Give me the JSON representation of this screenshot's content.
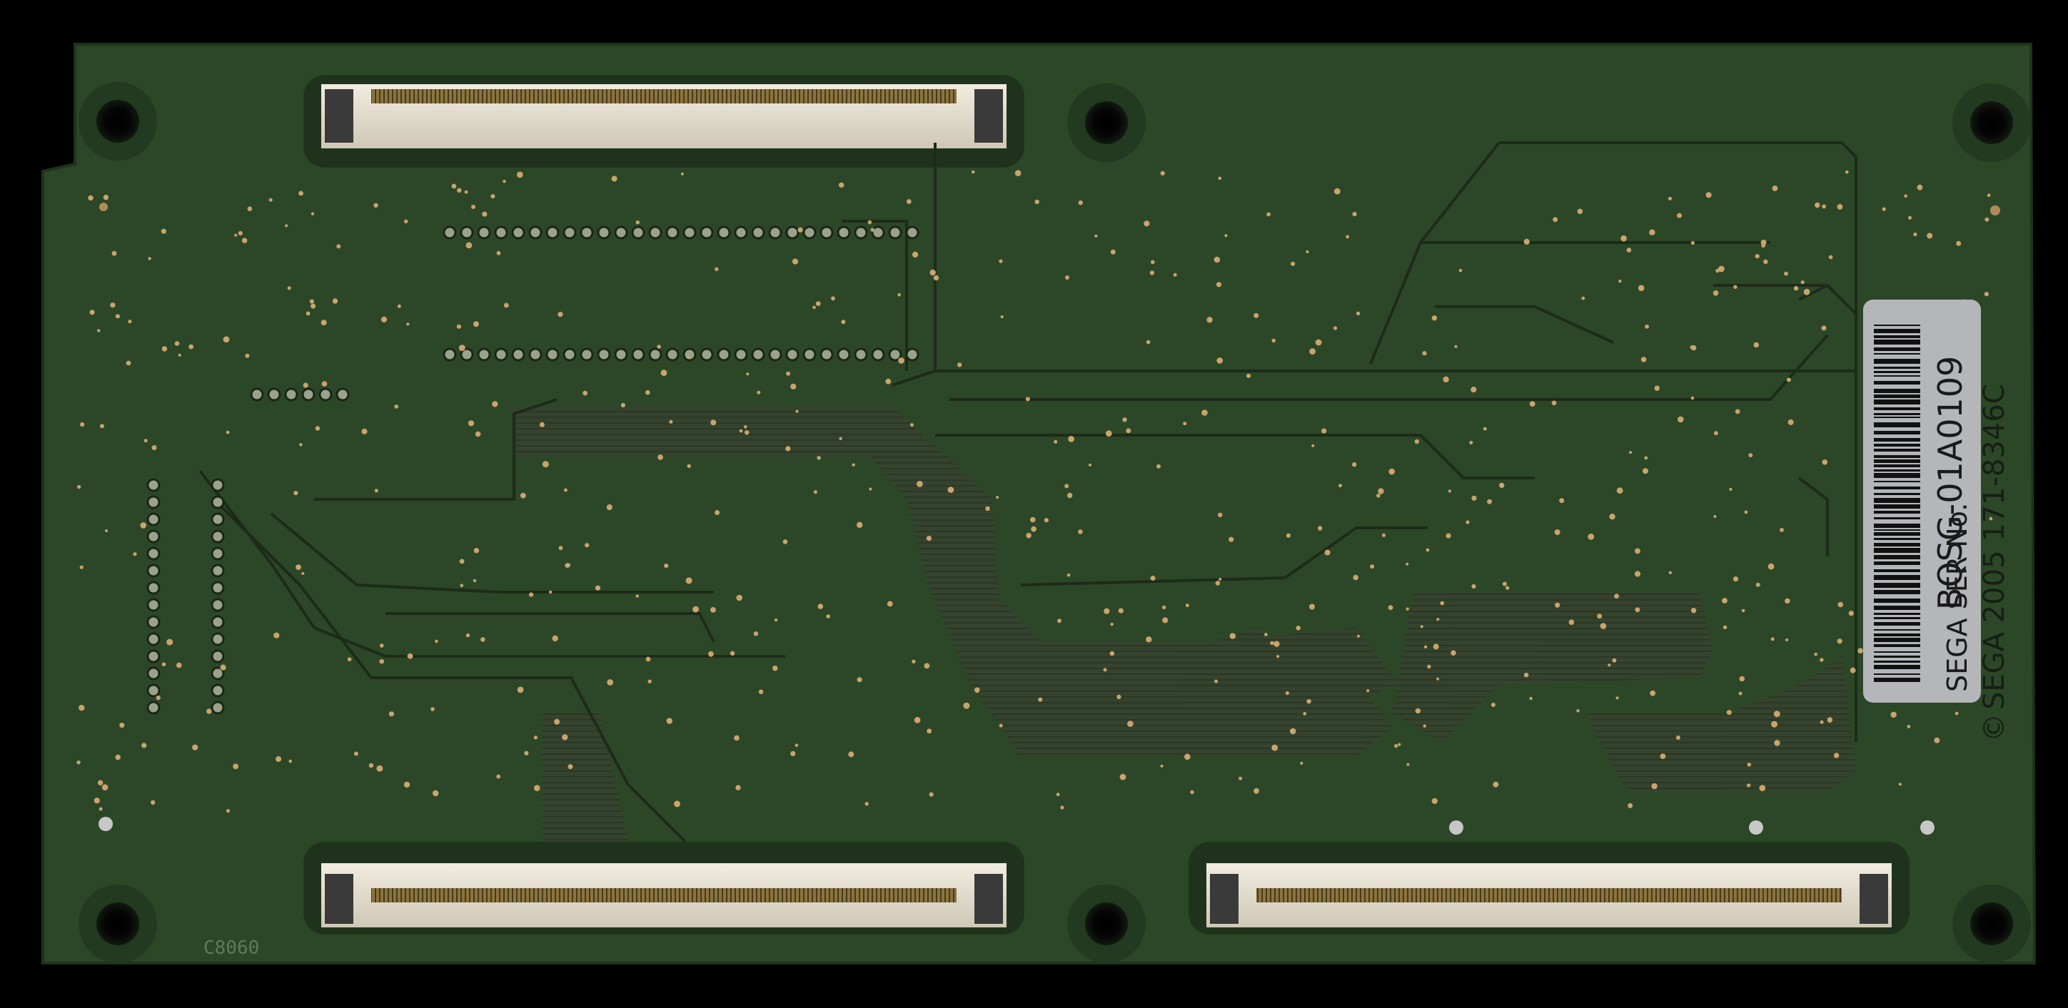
{
  "board": {
    "silkscreen_code": "C8060",
    "sticker": {
      "serial_line": "BQSG-01A0109",
      "ser_caption": "SEGA SER No.",
      "copyright_glyph": "©",
      "year_part": "SEGA 2005 171-8346C"
    }
  },
  "colors": {
    "background": "#000000",
    "pcb": "#2c4727",
    "pcb_edge": "#24391f",
    "trace": "#20301c",
    "bus": "#3b4a34",
    "connector_body": "#e8e2d2",
    "connector_pins": "#6b5a2c",
    "sticker": "#b4b6ba",
    "via_pad": "#c8a06a"
  }
}
